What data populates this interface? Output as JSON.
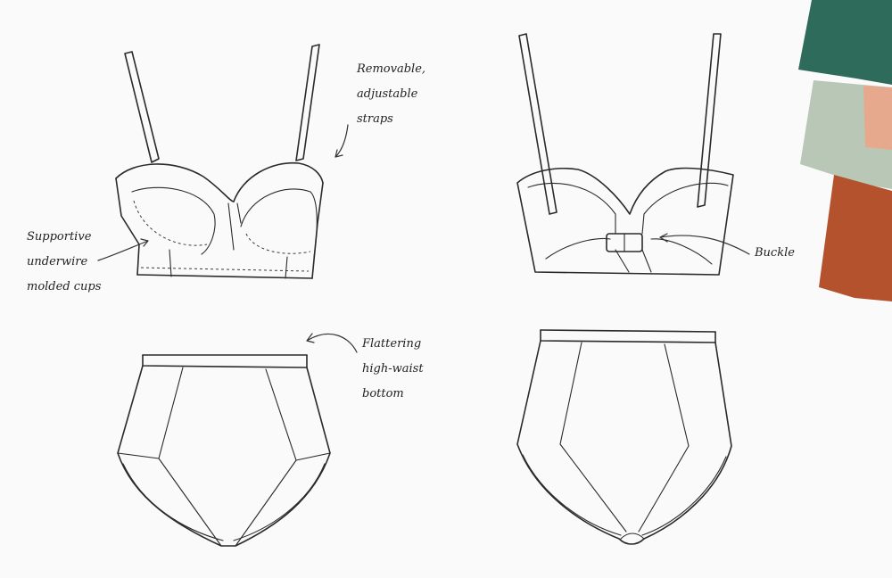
{
  "annotations": {
    "straps": {
      "lines": [
        "Removable,",
        "adjustable",
        "straps"
      ]
    },
    "underwire": {
      "lines": [
        "Supportive",
        "underwire",
        "molded cups"
      ]
    },
    "buckle": {
      "lines": [
        "Buckle"
      ]
    },
    "waist": {
      "lines": [
        "Flattering",
        "high-waist",
        "bottom"
      ]
    }
  },
  "colors": {
    "line": "#2a2a2a",
    "swatch_green": "#2e6b5a",
    "swatch_sage": "#b9c8b6",
    "swatch_peach": "#e7a98e",
    "swatch_rust": "#b5522e"
  }
}
